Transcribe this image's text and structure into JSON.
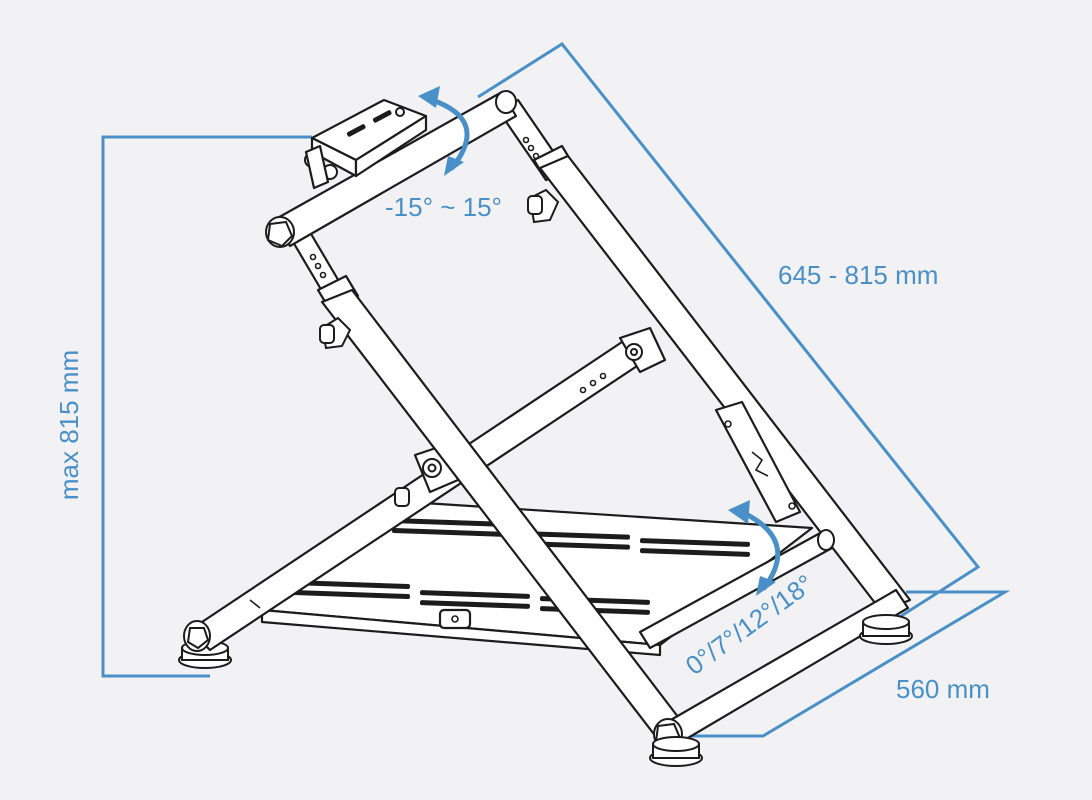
{
  "labels": {
    "height": "max 815 mm",
    "length": "645 - 815 mm",
    "width": "560 mm",
    "top_tilt": "-15° ~ 15°",
    "pedal_tilt": "0°/7°/12°/18°"
  },
  "colors": {
    "dimension": "#4a90c8",
    "line_art": "#1c1c1c",
    "background": "#f2f2f4"
  }
}
